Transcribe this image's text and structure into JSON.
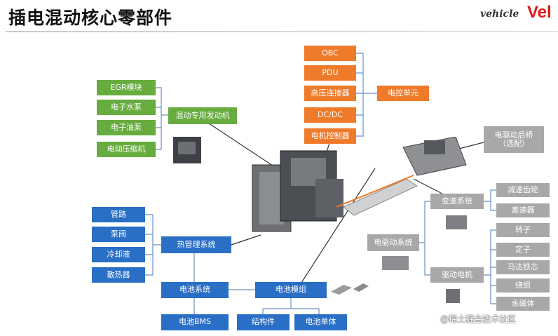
{
  "header": {
    "title": "插电混动核心零部件",
    "logo_text": "vehicle",
    "brand_text": "Vel"
  },
  "colors": {
    "green": "#67ac3f",
    "orange": "#ef7a2a",
    "blue": "#2a6fc6",
    "gray": "#a8a8a8"
  },
  "engine_group": {
    "main": "混动专用发动机",
    "items": [
      "EGR模块",
      "电子水泵",
      "电子油泵",
      "电动压缩机"
    ]
  },
  "electric_control_group": {
    "main": "电控单元",
    "items": [
      "OBC",
      "PDU",
      "高压连接器",
      "DC/DC",
      "电机控制器"
    ]
  },
  "thermal_group": {
    "main": "热管理系统",
    "items": [
      "管路",
      "泵阀",
      "冷却液",
      "散热器"
    ]
  },
  "battery_group": {
    "system": "电池系统",
    "bms": "电池BMS",
    "module": "电池模组",
    "structure": "结构件",
    "cell": "电池单体"
  },
  "drive_group": {
    "main": "电驱动系统",
    "rear_axle": "电驱动后桥\n（选配）",
    "transmission": "变速系统",
    "transmission_items": [
      "减速齿轮",
      "差速器"
    ],
    "motor": "驱动电机",
    "motor_items": [
      "转子",
      "定子",
      "马达铁芯",
      "绕组",
      "永磁体"
    ]
  },
  "watermark": "@稀土掘金技术社区"
}
